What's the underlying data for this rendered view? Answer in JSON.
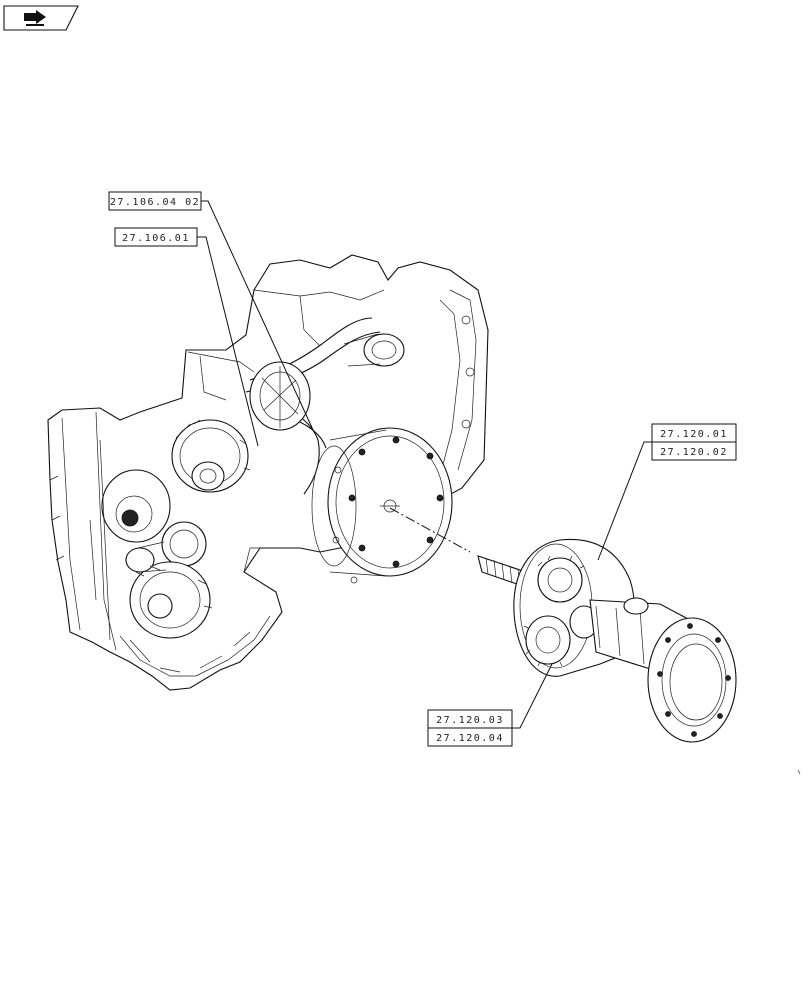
{
  "nav_icon": "arrow-right-icon",
  "callouts": {
    "top_1": "27.106.04 02",
    "top_2": "27.106.01",
    "right_1": "27.120.01",
    "right_2": "27.120.02",
    "bottom_1": "27.120.03",
    "bottom_2": "27.120.04"
  },
  "colors": {
    "line": "#111111",
    "background": "#ffffff"
  }
}
